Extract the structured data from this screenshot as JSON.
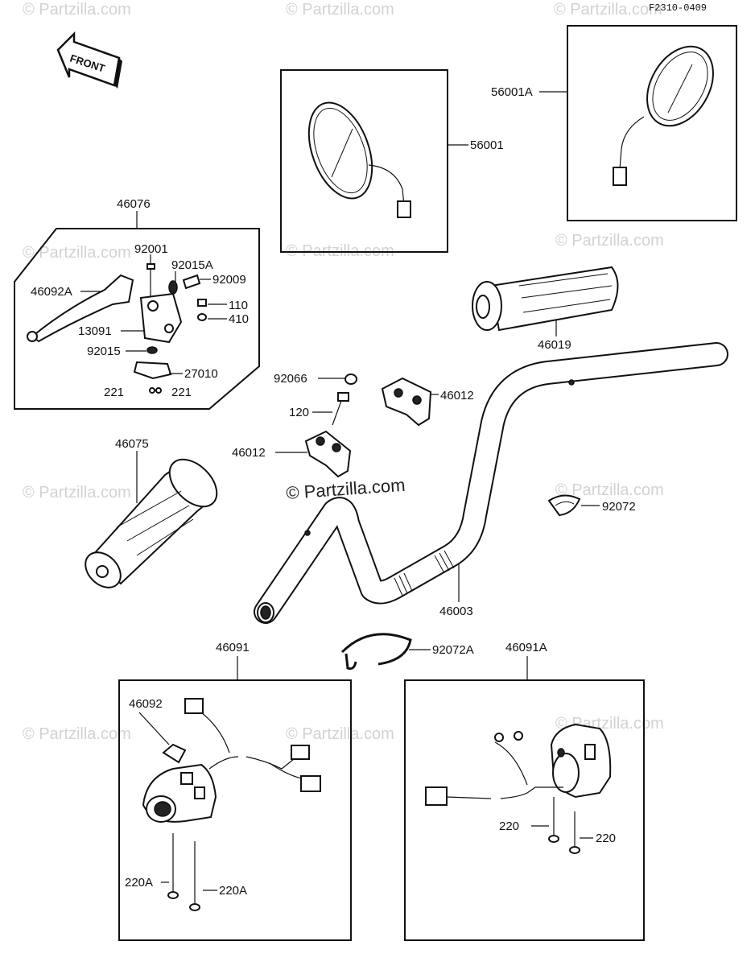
{
  "diagram_code": "F2310-0409",
  "front_label": "FRONT",
  "watermark": "© Partzilla.com",
  "watermark_main": "© Partzilla.com",
  "labels": {
    "p56001": "56001",
    "p56001a": "56001A",
    "p46076": "46076",
    "p92001": "92001",
    "p92015a": "92015A",
    "p92009": "92009",
    "p46092a": "46092A",
    "p110": "110",
    "p13091": "13091",
    "p410": "410",
    "p92015": "92015",
    "p27010": "27010",
    "p221a": "221",
    "p221b": "221",
    "p46019": "46019",
    "p92066": "92066",
    "p46012a": "46012",
    "p120": "120",
    "p46012b": "46012",
    "p46075": "46075",
    "p92072": "92072",
    "p46003": "46003",
    "p46091": "46091",
    "p92072a": "92072A",
    "p46091a": "46091A",
    "p46092": "46092",
    "p220a1": "220A",
    "p220a2": "220A",
    "p220a": "220",
    "p220b": "220"
  }
}
